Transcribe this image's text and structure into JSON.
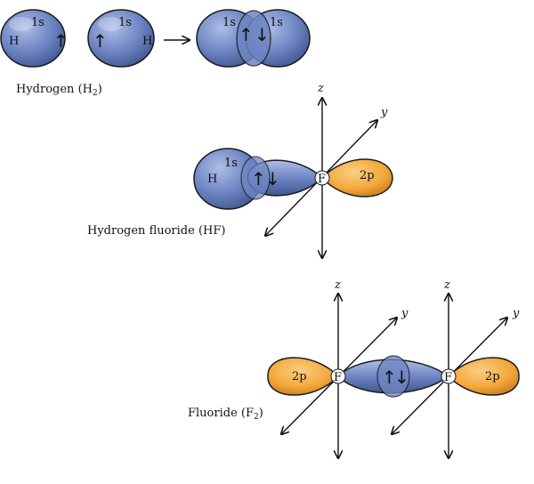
{
  "colors": {
    "s_orbital": "#6f86c4",
    "s_orbital_dark": "#3f558f",
    "s_highlight": "#aebde6",
    "p_orbital": "#f3a73a",
    "p_orbital_dark": "#b86a10",
    "p_highlight": "#f9cf82",
    "outline": "#1a1a1a",
    "atom_node": "#ffffff"
  },
  "icons": {
    "spin_up": "↑",
    "spin_down": "↓",
    "reaction_arrow": "→"
  },
  "h2": {
    "orbital": "1s",
    "atom": "H",
    "caption_main": "Hydrogen (H",
    "caption_sub": "2",
    "caption_close": ")"
  },
  "hf": {
    "s_orbital": "1s",
    "h_atom": "H",
    "f_atom": "F",
    "p_orbital": "2p",
    "axis_z": "z",
    "axis_y": "y",
    "caption": "Hydrogen fluoride (HF)"
  },
  "f2": {
    "f_atom": "F",
    "p_orbital": "2p",
    "axis_z": "z",
    "axis_y": "y",
    "caption_main": "Fluoride (F",
    "caption_sub": "2",
    "caption_close": ")"
  }
}
